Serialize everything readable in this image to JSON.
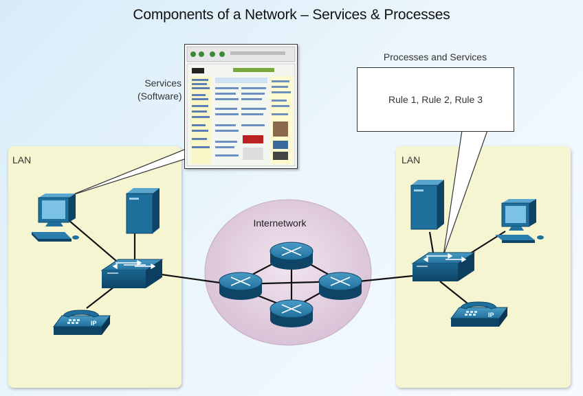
{
  "title": "Components of a Network – Services & Processes",
  "lan_left_label": "LAN",
  "lan_right_label": "LAN",
  "services_label_line1": "Services",
  "services_label_line2": "(Software)",
  "processes_label": "Processes and Services",
  "rules_text": "Rule 1, Rule 2, Rule 3",
  "internetwork_label": "Internetwork",
  "ip_phone_text": "IP",
  "colors": {
    "lan_fill": "#f6f5d2",
    "cloud_fill": "#e2cde0",
    "device_blue": "#1c6c9a",
    "device_dark": "#0f4a6e",
    "link": "#111111"
  }
}
